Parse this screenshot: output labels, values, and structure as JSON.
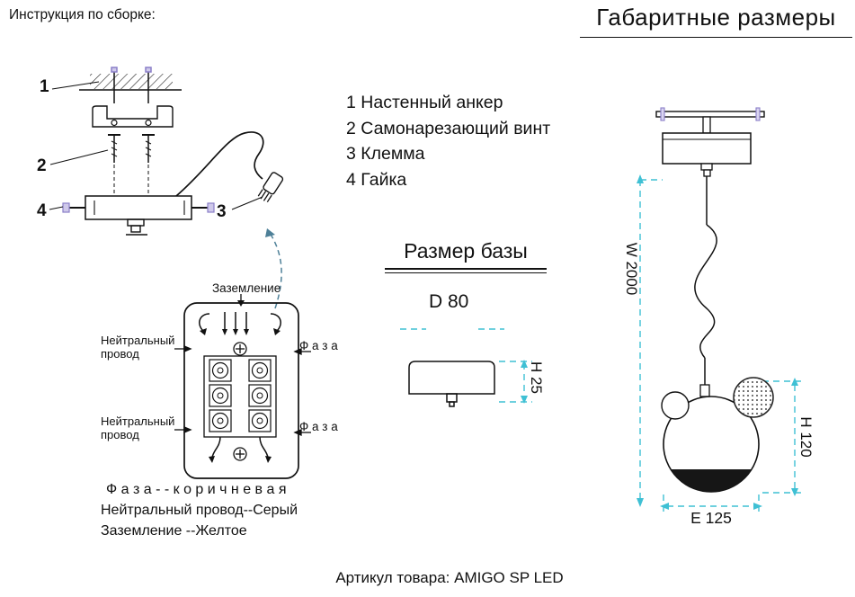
{
  "header": {
    "instructions_title": "Инструкция по сборке:",
    "dimensions_title": "Габаритные размеры"
  },
  "assembly": {
    "callouts": {
      "n1": "1",
      "n2": "2",
      "n3": "3",
      "n4": "4"
    }
  },
  "parts_list": {
    "items": [
      "1 Настенный анкер",
      "2 Самонарезающий винт",
      "3 Клемма",
      "4 Гайка"
    ]
  },
  "wiring": {
    "ground_label": "Заземление",
    "neutral_label": "Нейтральный провод",
    "phase_label": "Ф а з а",
    "notes": [
      "Ф а з а - - к о р и ч н е в а я",
      "Нейтральный провод--Серый",
      "Заземление --Желтое"
    ]
  },
  "base": {
    "title": "Размер базы",
    "diameter": "D 80",
    "height": "H 25"
  },
  "lamp": {
    "wire_length": "W 2000",
    "shade_height": "H 120",
    "shade_diameter": "E 125"
  },
  "footer": {
    "article": "Артикул товара: AMIGO SP LED"
  },
  "colors": {
    "line": "#1a1a1a",
    "dimension_accent": "#3fc0d4",
    "screw_accent": "#8a7fc8"
  }
}
